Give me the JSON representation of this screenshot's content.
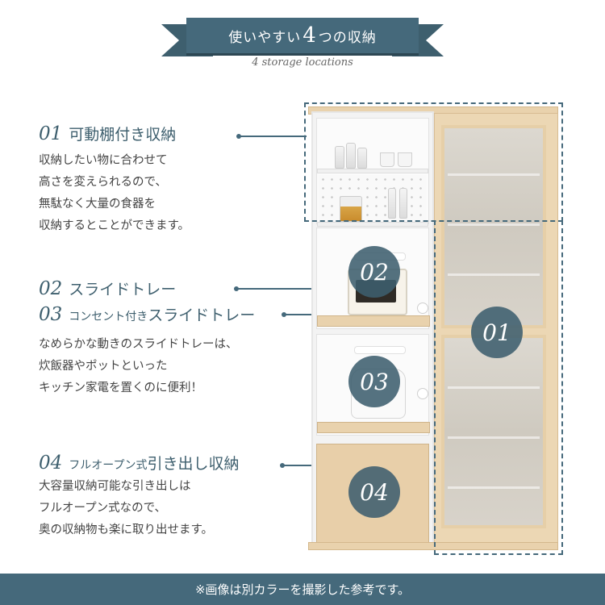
{
  "title": {
    "pre": "使いやすい",
    "number": "4",
    "post": "つの収納",
    "subtitle": "4 storage locations"
  },
  "sections": [
    {
      "num": "01",
      "heading": "可動棚付き収納",
      "body": "収納したい物に合わせて\n高さを変えられるので、\n無駄なく大量の食器を\n収納するとことができます。"
    },
    {
      "num": "02",
      "heading": "スライドトレー"
    },
    {
      "num": "03",
      "heading_small": "コンセント付き",
      "heading": "スライドトレー",
      "body": "なめらかな動きのスライドトレーは、\n炊飯器やポットといった\nキッチン家電を置くのに便利！"
    },
    {
      "num": "04",
      "heading_small": "フルオープン式",
      "heading": "引き出し収納",
      "body": "大容量収納可能な引き出しは\nフルオープン式なので、\n奥の収納物も楽に取り出せます。"
    }
  ],
  "badges": [
    "02",
    "03",
    "01",
    "04"
  ],
  "footer": "※画像は別カラーを撮影した参考です。",
  "colors": {
    "accent": "#45697b",
    "wood": "#e9d2ad",
    "white": "#ffffff"
  }
}
